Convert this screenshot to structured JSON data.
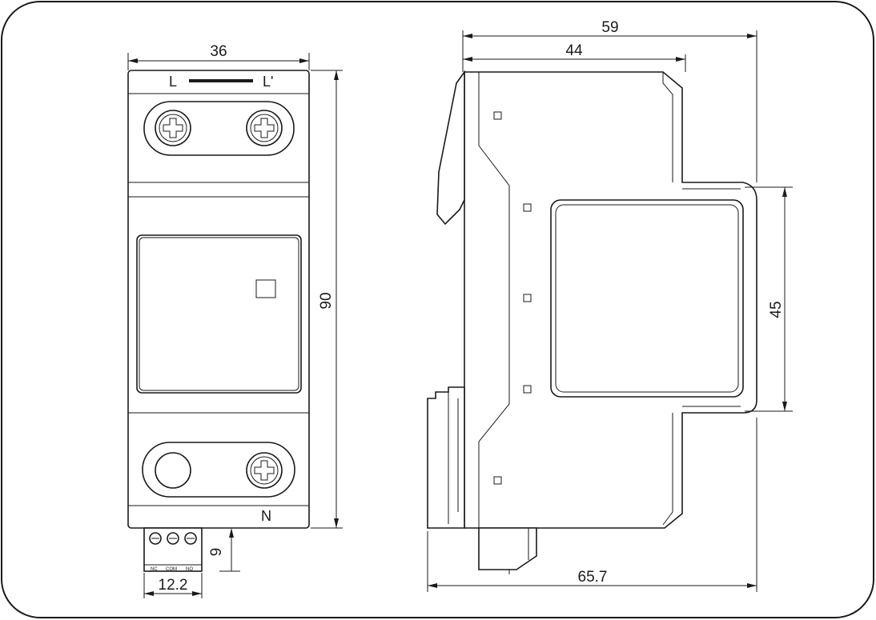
{
  "dimensions": {
    "front_width": "36",
    "front_height": "90",
    "terminal_height": "9",
    "terminal_width": "12.2",
    "side_total_width": "59",
    "side_body_width": "44",
    "side_rail_height": "45",
    "side_overall_depth": "65.7"
  },
  "labels": {
    "line_in": "L",
    "line_out": "L'",
    "neutral": "N",
    "terminal_nc": "NC",
    "terminal_com": "COM",
    "terminal_no": "NO"
  }
}
